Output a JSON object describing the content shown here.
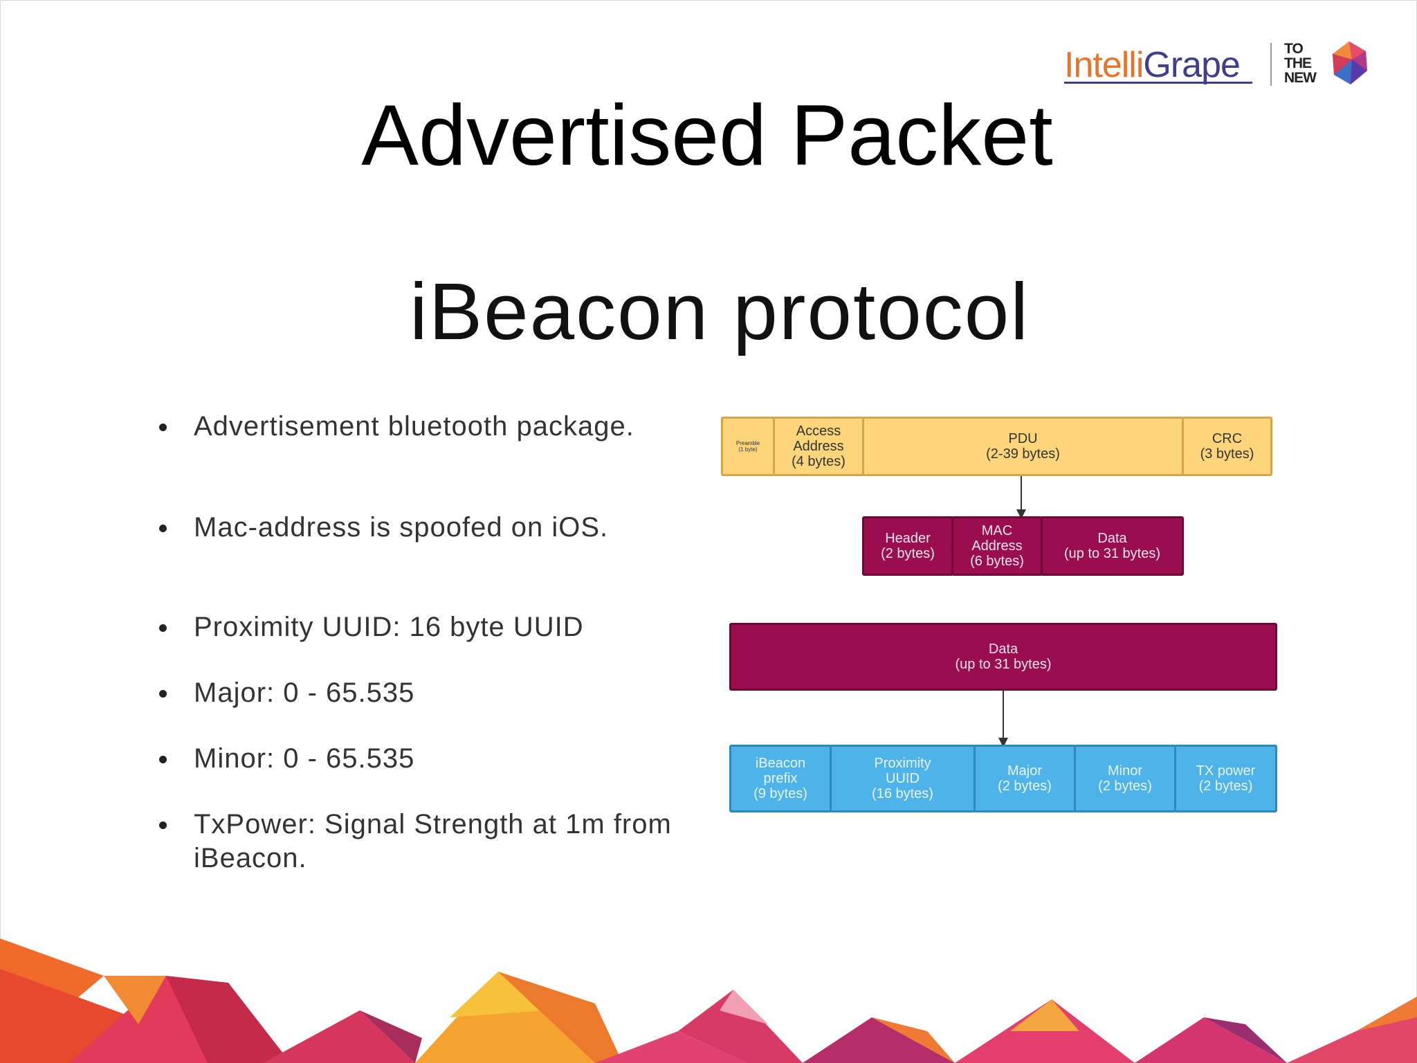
{
  "slide": {
    "title": "Advertised Packet",
    "subtitle": "iBeacon protocol"
  },
  "logo": {
    "brand_part1": "Intelli",
    "brand_part2": "Grape",
    "ttn_line1": "TO",
    "ttn_line2": "THE",
    "ttn_line3": "NEW",
    "colors": {
      "orange": "#e8742a",
      "navy": "#3e3e8c"
    }
  },
  "bullets": [
    "Advertisement bluetooth package.",
    "Mac-address is spoofed on iOS.",
    "Proximity UUID: 16 byte UUID",
    "Major: 0 - 65.535",
    "Minor: 0 - 65.535",
    "TxPower: Signal Strength at 1m from iBeacon."
  ],
  "diagram": {
    "packet_row": [
      {
        "name": "Preamble",
        "size": "(1 byte)"
      },
      {
        "name": "Access Address",
        "size": "(4 bytes)"
      },
      {
        "name": "PDU",
        "size": "(2-39 bytes)"
      },
      {
        "name": "CRC",
        "size": "(3 bytes)"
      }
    ],
    "pdu_row": [
      {
        "name": "Header",
        "size": "(2 bytes)"
      },
      {
        "name": "MAC Address",
        "size": "(6 bytes)"
      },
      {
        "name": "Data",
        "size": "(up to 31 bytes)"
      }
    ],
    "data_box": {
      "name": "Data",
      "size": "(up to 31 bytes)"
    },
    "ibeacon_row": [
      {
        "name": "iBeacon prefix",
        "size": "(9 bytes)"
      },
      {
        "name": "Proximity UUID",
        "size": "(16 bytes)"
      },
      {
        "name": "Major",
        "size": "(2 bytes)"
      },
      {
        "name": "Minor",
        "size": "(2 bytes)"
      },
      {
        "name": "TX power",
        "size": "(2 bytes)"
      }
    ],
    "colors": {
      "yellow": "#fdd57a",
      "magenta": "#9a0d4f",
      "blue": "#4db3e8"
    }
  }
}
